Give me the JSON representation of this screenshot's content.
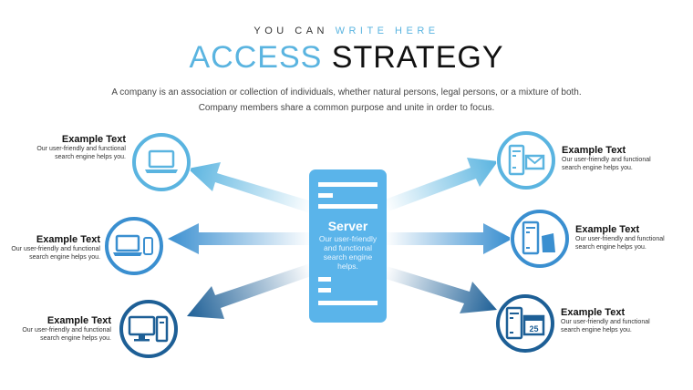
{
  "header": {
    "kicker_part1": "YOU CAN",
    "kicker_part2": "WRITE HERE",
    "title_part1": "ACCESS",
    "title_part2": "STRATEGY",
    "description": "A company is an association or collection of individuals, whether natural persons, legal persons, or a mixture of both. Company members share a common purpose and unite in order to focus."
  },
  "server": {
    "label": "Server",
    "text": "Our user-friendly and functional search engine helps."
  },
  "nodes": [
    {
      "id": "laptop",
      "side": "left",
      "icon": "laptop-icon",
      "title": "Example Text",
      "text_line1": "Our user-friendly and functional",
      "text_line2": "search engine helps you."
    },
    {
      "id": "devices",
      "side": "left",
      "icon": "laptop-phone-icon",
      "title": "Example Text",
      "text_line1": "Our user-friendly and functional",
      "text_line2": "search engine helps you."
    },
    {
      "id": "desktop",
      "side": "left",
      "icon": "desktop-computer-icon",
      "title": "Example Text",
      "text_line1": "Our user-friendly and functional",
      "text_line2": "search engine helps you."
    },
    {
      "id": "mail-server",
      "side": "right",
      "icon": "server-mail-icon",
      "title": "Example Text",
      "text_line1": "Our user-friendly and functional",
      "text_line2": "search engine helps you."
    },
    {
      "id": "storage",
      "side": "right",
      "icon": "server-storage-icon",
      "title": "Example Text",
      "text_line1": "Our user-friendly and functional",
      "text_line2": "search engine helps you."
    },
    {
      "id": "calendar",
      "side": "right",
      "icon": "server-calendar-icon",
      "title": "Example Text",
      "text_line1": "Our user-friendly and functional",
      "text_line2": "search engine helps you.",
      "badge": "25"
    }
  ],
  "colors": {
    "accent": "#5ab4e0",
    "mid_blue": "#3a8fd0",
    "dark_blue": "#1d5f96",
    "server": "#5ab4ea"
  }
}
